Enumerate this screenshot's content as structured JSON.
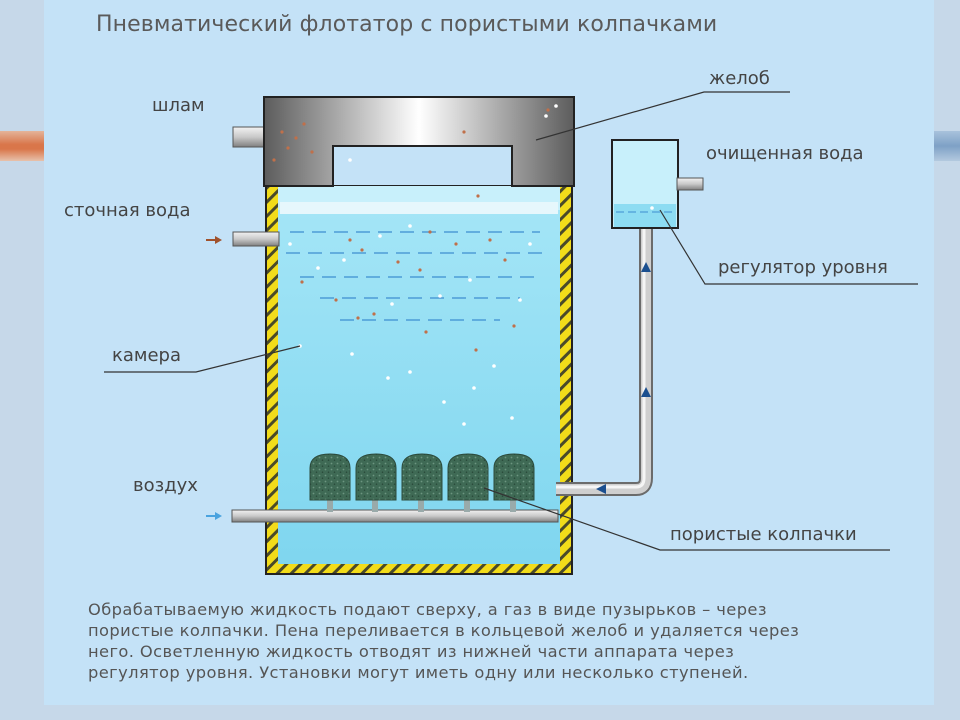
{
  "title": "Пневматический флотатор с пористыми колпачками",
  "labels": {
    "sludge": "шлам",
    "wastewater": "сточная вода",
    "chamber": "камера",
    "air": "воздух",
    "trough": "желоб",
    "clean_water": "очищенная вода",
    "level_regulator": "регулятор уровня",
    "porous_caps": "пористые колпачки"
  },
  "description": [
    "Обрабатываемую жидкость подают сверху, а газ в виде пузырьков – через",
    "пористые колпачки. Пена переливается в кольцевой желоб и удаляется через",
    "него. Осветленную жидкость отводят из нижней части аппарата через",
    "регулятор уровня. Установки могут иметь одну или несколько ступеней."
  ],
  "colors": {
    "tank_wall": "#f2dc1a",
    "water": "#8ddcf2",
    "foam_head": "#6f6f6f",
    "caps": "#3f6a55",
    "arrow_wastewater": "#a0522d",
    "arrow_air": "#4aa3df",
    "flow_arrow": "#1b4f8f"
  },
  "icons": [
    "arrow-right-icon",
    "arrow-up-icon"
  ]
}
